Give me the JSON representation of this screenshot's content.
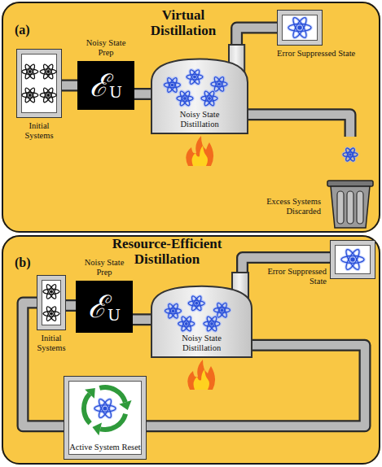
{
  "diagram": {
    "nodes": [
      {
        "text": [
          "(a)",
          "Virtual Distillation"
        ]
      },
      {
        "text": [
          "Initial Systems"
        ],
        "in": 0
      },
      {
        "text": [
          "Noisy State Prep",
          "ℰ",
          "U"
        ],
        "in": 0
      },
      {
        "text": [
          "Noisy State Distillation"
        ],
        "in": 0
      },
      {
        "text": [
          "Error Suppressed State"
        ],
        "in": 0
      },
      {
        "text": [
          "Excess Systems Discarded"
        ],
        "in": 0
      },
      {
        "text": [
          "(b)",
          "Resource-Efficient Distillation"
        ]
      },
      {
        "text": [
          "Initial Systems"
        ],
        "in": 6
      },
      {
        "text": [
          "Noisy State Prep",
          "ℰ",
          "U"
        ],
        "in": 6
      },
      {
        "text": [
          "Noisy State Distillation"
        ],
        "in": 6
      },
      {
        "text": [
          "Error Suppressed State"
        ],
        "in": 6
      },
      {
        "text": [
          "Active System Reset"
        ],
        "in": 6
      }
    ],
    "edges": [
      {
        "from": 1,
        "to": 2,
        "arrow": "none"
      },
      {
        "from": 2,
        "to": 3,
        "arrow": "none"
      },
      {
        "from": 3,
        "to": 4,
        "arrow": "none"
      },
      {
        "from": 3,
        "to": 5,
        "arrow": "none"
      },
      {
        "from": 7,
        "to": 8,
        "arrow": "none"
      },
      {
        "from": 8,
        "to": 9,
        "arrow": "none"
      },
      {
        "from": 9,
        "to": 10,
        "arrow": "none"
      },
      {
        "from": 9,
        "to": 11,
        "arrow": "none"
      },
      {
        "from": 11,
        "to": 7,
        "arrow": "none"
      }
    ]
  }
}
